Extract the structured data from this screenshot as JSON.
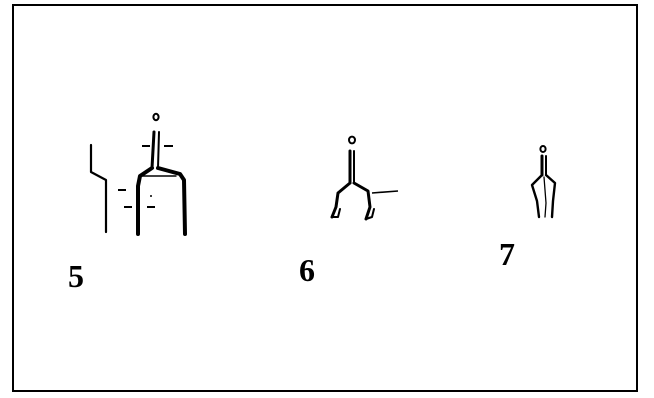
{
  "figures": [
    {
      "id": "5",
      "label": "5"
    },
    {
      "id": "6",
      "label": "6"
    },
    {
      "id": "7",
      "label": "7"
    }
  ],
  "colors": {
    "ink": "#000000",
    "background": "#ffffff",
    "border": "#000000"
  }
}
